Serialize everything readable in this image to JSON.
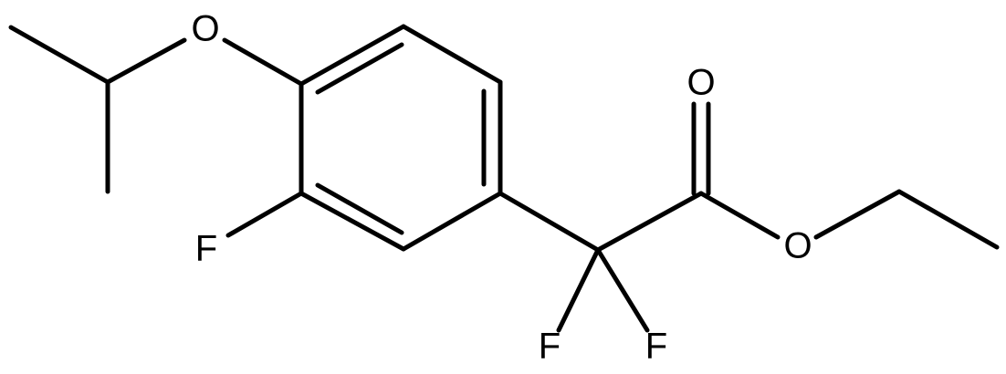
{
  "molecule": {
    "atoms": {
      "oxygen_ether": "O",
      "oxygen_carbonyl": "O",
      "oxygen_ester": "O",
      "fluorine_aromatic": "F",
      "fluorine_left": "F",
      "fluorine_right": "F"
    }
  },
  "colors": {
    "ink": "#000000",
    "background": "#ffffff"
  }
}
